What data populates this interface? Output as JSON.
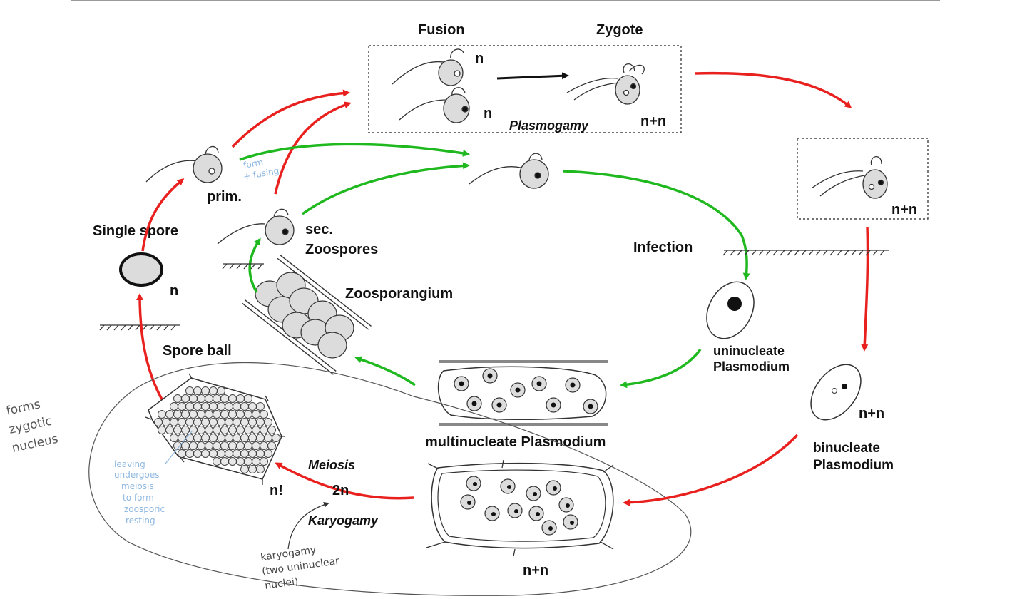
{
  "labels": {
    "fusion": "Fusion",
    "zygote": "Zygote",
    "n_top1": "n",
    "n_top2": "n",
    "plasmogamy": "Plasmogamy",
    "nn_zygote": "n+n",
    "nn_box": "n+n",
    "prim": "prim.",
    "sec": "sec.",
    "zoospores": "Zoospores",
    "single_spore": "Single spore",
    "n_spore": "n",
    "zoosporangium": "Zoosporangium",
    "infection": "Infection",
    "uninucleate_1": "uninucleate",
    "uninucleate_2": "Plasmodium",
    "spore_ball": "Spore ball",
    "multinucleate": "multinucleate Plasmodium",
    "binucleate_1": "binucleate",
    "binucleate_2": "Plasmodium",
    "nn_binucleate": "n+n",
    "meiosis": "Meiosis",
    "karyogamy": "Karyogamy",
    "two_n": "2n",
    "n_excl": "n!",
    "nn_bottom": "n+n"
  },
  "handwritten_notes": {
    "left": [
      "forms",
      "zygotic",
      "nucleus"
    ],
    "blue_small": [
      "form",
      "+ fusing"
    ],
    "blue_left": [
      "leaving",
      "undergoes",
      "meiosis",
      "to form",
      "zoosporic",
      "resting"
    ],
    "bottom": [
      "karyogamy",
      "(two uninuclear",
      "nuclei)"
    ]
  },
  "colors": {
    "red_arrow": "#e8201e",
    "green_arrow": "#1fb81f",
    "cell_fill": "#dcdcdc",
    "outline": "#333333",
    "note_blue": "#8fb8e0"
  }
}
